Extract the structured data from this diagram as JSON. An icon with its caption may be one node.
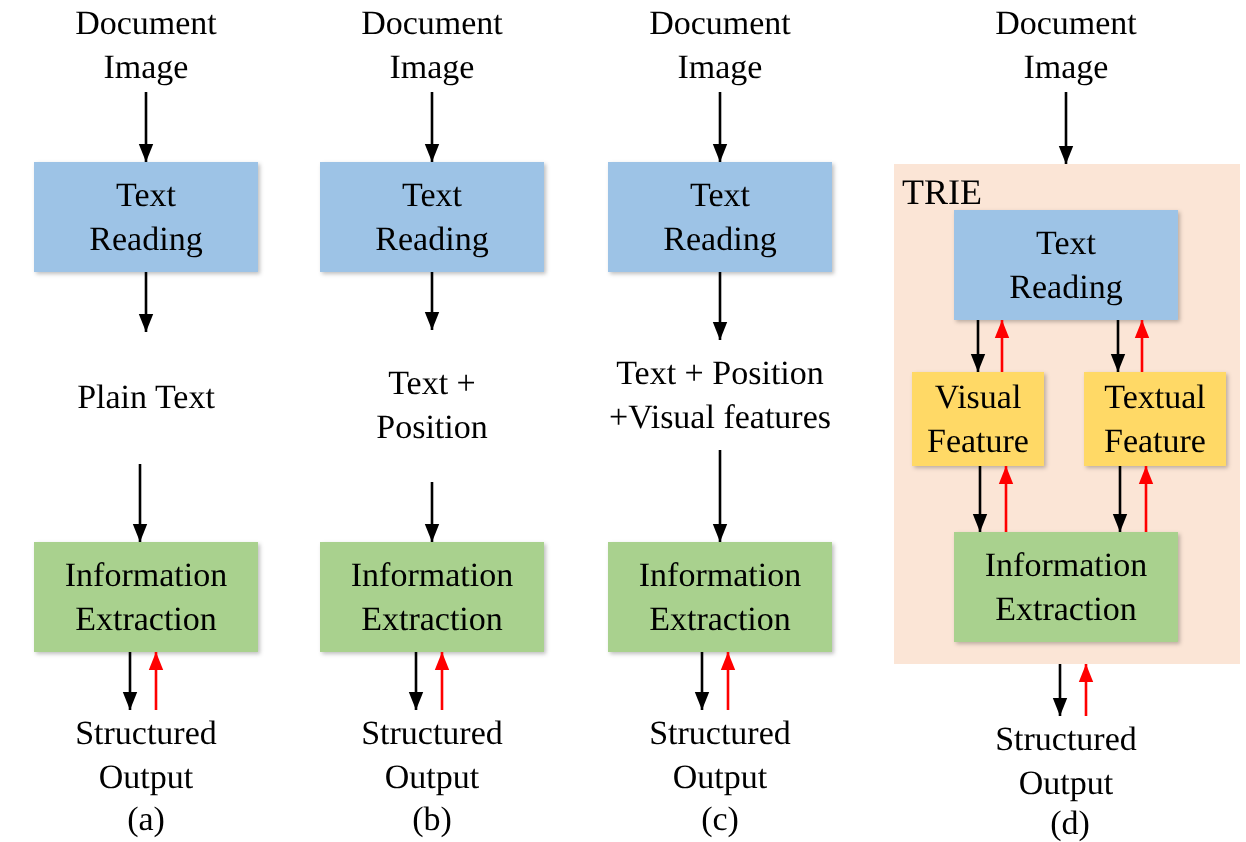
{
  "diagram": {
    "nodes": [
      {
        "text": [
          "Document Image"
        ]
      },
      {
        "text": [
          "Text Reading"
        ]
      },
      {
        "text": [
          "Plain Text"
        ]
      },
      {
        "text": [
          "Information Extraction"
        ]
      },
      {
        "text": [
          "Structured Output"
        ]
      },
      {
        "text": [
          "Document Image"
        ]
      },
      {
        "text": [
          "Text Reading"
        ]
      },
      {
        "text": [
          "Text + Position"
        ]
      },
      {
        "text": [
          "Information Extraction"
        ]
      },
      {
        "text": [
          "Structured Output"
        ]
      },
      {
        "text": [
          "Document Image"
        ]
      },
      {
        "text": [
          "Text Reading"
        ]
      },
      {
        "text": [
          "Text + Position +Visual features"
        ]
      },
      {
        "text": [
          "Information Extraction"
        ]
      },
      {
        "text": [
          "Structured Output"
        ]
      },
      {
        "text": [
          "Document Image"
        ]
      },
      {
        "text": [
          "TRIE"
        ]
      },
      {
        "text": [
          "Text Reading"
        ],
        "in": 16
      },
      {
        "text": [
          "Visual Feature"
        ],
        "in": 16
      },
      {
        "text": [
          "Textual Feature"
        ],
        "in": 16
      },
      {
        "text": [
          "Information Extraction"
        ],
        "in": 16
      },
      {
        "text": [
          "Structured Output"
        ]
      }
    ],
    "edges": [
      {
        "from": 0,
        "to": 1,
        "arrow": "to"
      },
      {
        "from": 1,
        "to": 2,
        "arrow": "to"
      },
      {
        "from": 2,
        "to": 3,
        "arrow": "to"
      },
      {
        "from": 3,
        "to": 4,
        "arrow": "to"
      },
      {
        "from": 4,
        "to": 3,
        "arrow": "to",
        "color": "#ff0000"
      },
      {
        "from": 5,
        "to": 6,
        "arrow": "to"
      },
      {
        "from": 6,
        "to": 7,
        "arrow": "to"
      },
      {
        "from": 7,
        "to": 8,
        "arrow": "to"
      },
      {
        "from": 8,
        "to": 9,
        "arrow": "to"
      },
      {
        "from": 9,
        "to": 8,
        "arrow": "to",
        "color": "#ff0000"
      },
      {
        "from": 10,
        "to": 11,
        "arrow": "to"
      },
      {
        "from": 11,
        "to": 12,
        "arrow": "to"
      },
      {
        "from": 12,
        "to": 13,
        "arrow": "to"
      },
      {
        "from": 13,
        "to": 14,
        "arrow": "to"
      },
      {
        "from": 14,
        "to": 13,
        "arrow": "to",
        "color": "#ff0000"
      },
      {
        "from": 15,
        "to": 16,
        "arrow": "to"
      },
      {
        "from": 17,
        "to": 18,
        "arrow": "to"
      },
      {
        "from": 18,
        "to": 17,
        "arrow": "to",
        "color": "#ff0000"
      },
      {
        "from": 17,
        "to": 19,
        "arrow": "to"
      },
      {
        "from": 19,
        "to": 17,
        "arrow": "to",
        "color": "#ff0000"
      },
      {
        "from": 18,
        "to": 20,
        "arrow": "to"
      },
      {
        "from": 20,
        "to": 18,
        "arrow": "to",
        "color": "#ff0000"
      },
      {
        "from": 19,
        "to": 20,
        "arrow": "to"
      },
      {
        "from": 20,
        "to": 19,
        "arrow": "to",
        "color": "#ff0000"
      },
      {
        "from": 16,
        "to": 21,
        "arrow": "to"
      },
      {
        "from": 21,
        "to": 16,
        "arrow": "to",
        "color": "#ff0000"
      }
    ],
    "labels": [
      "(a)",
      "(b)",
      "(c)",
      "(d)"
    ]
  }
}
